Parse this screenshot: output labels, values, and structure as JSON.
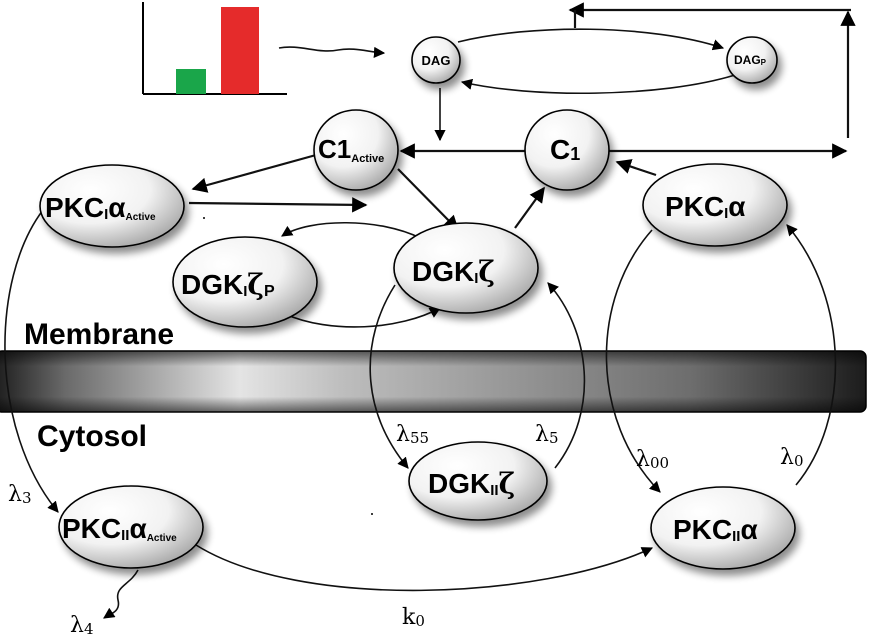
{
  "regions": {
    "membrane": "Membrane",
    "cytosol": "Cytosol"
  },
  "nodes": {
    "dag": {
      "main": "DAG",
      "sub": ""
    },
    "dagp": {
      "main": "DAG",
      "sub": "P"
    },
    "c1_active": {
      "main": "C1",
      "sub": "Active"
    },
    "c1": {
      "main": "C",
      "sub": "1"
    },
    "pkc1a_active": {
      "main": "PKC",
      "sub": "I",
      "greek": "α",
      "sub2": "Active"
    },
    "pkc1a": {
      "main": "PKC",
      "sub": "I",
      "greek": "α"
    },
    "dgk1zp": {
      "main": "DGK",
      "sub": "I",
      "greek": "ζ",
      "sub2": "P"
    },
    "dgk1z": {
      "main": "DGK",
      "sub": "I",
      "greek": "ζ"
    },
    "dgk2z": {
      "main": "DGK",
      "sub": "II",
      "greek": "ζ"
    },
    "pkc2a_active": {
      "main": "PKC",
      "sub": "II",
      "greek": "α",
      "sub2": "Active"
    },
    "pkc2a": {
      "main": "PKC",
      "sub": "II",
      "greek": "α"
    }
  },
  "rates": {
    "lambda3": {
      "sym": "λ",
      "sub": "3"
    },
    "lambda4": {
      "sym": "λ",
      "sub": "4"
    },
    "lambda55": {
      "sym": "λ",
      "sub": "55"
    },
    "lambda5": {
      "sym": "λ",
      "sub": "5"
    },
    "lambda00": {
      "sym": "λ",
      "sub": "00"
    },
    "lambda0": {
      "sym": "λ",
      "sub": "0"
    },
    "k0": {
      "sym": "k",
      "sub": "0"
    }
  },
  "inset_bar_chart": {
    "colors": [
      "#1aa64a",
      "#e52b2b"
    ]
  }
}
